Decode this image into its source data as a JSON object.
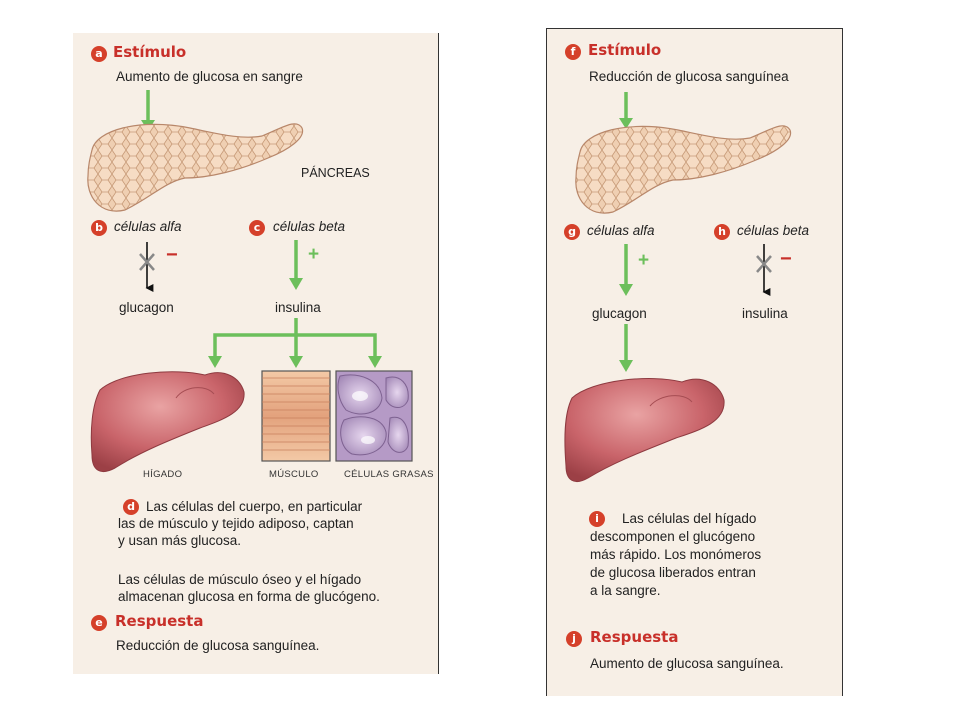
{
  "left": {
    "stimulus": {
      "badge": "a",
      "title": "Estímulo",
      "text": "Aumento de glucosa en sangre"
    },
    "organ_label": "PÁNCREAS",
    "alpha": {
      "badge": "b",
      "label": "células alfa",
      "sign": "−",
      "product": "glucagon"
    },
    "beta": {
      "badge": "c",
      "label": "células beta",
      "sign": "+",
      "product": "insulina"
    },
    "targets": [
      "HÍGADO",
      "MÚSCULO",
      "CÉLULAS GRASAS"
    ],
    "effect": {
      "badge": "d",
      "lines": [
        "Las células del cuerpo, en particular",
        "las de músculo y tejido adiposo, captan",
        "y usan más glucosa."
      ],
      "lines2": [
        "Las células de músculo óseo y el hígado",
        "almacenan glucosa en forma de glucógeno."
      ]
    },
    "response": {
      "badge": "e",
      "title": "Respuesta",
      "text": "Reducción de glucosa sanguínea."
    }
  },
  "right": {
    "stimulus": {
      "badge": "f",
      "title": "Estímulo",
      "text": "Reducción de glucosa sanguínea"
    },
    "alpha": {
      "badge": "g",
      "label": "células alfa",
      "sign": "+",
      "product": "glucagon"
    },
    "beta": {
      "badge": "h",
      "label": "células beta",
      "sign": "−",
      "product": "insulina"
    },
    "effect": {
      "badge": "i",
      "lines": [
        "Las células del hígado",
        "descomponen el glucógeno",
        "más rápido. Los monómeros",
        "de glucosa liberados entran",
        "a la sangre."
      ]
    },
    "response": {
      "badge": "j",
      "title": "Respuesta",
      "text": "Aumento de glucosa sanguínea."
    }
  },
  "colors": {
    "arrow": "#6cbf5b",
    "accent": "#c8302a",
    "panel": "#f7efe6",
    "liver": "#c9646a",
    "pancreas": "#efcfb2"
  }
}
